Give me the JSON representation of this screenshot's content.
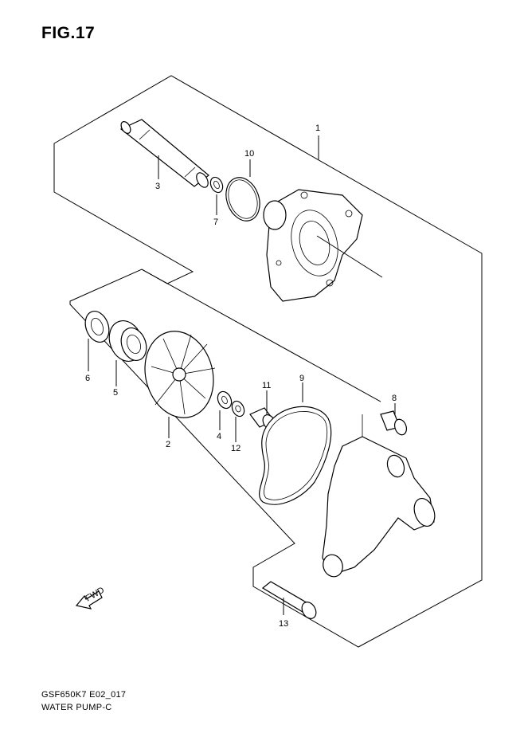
{
  "figure": {
    "title": "FIG.17",
    "code": "GSF650K7 E02_017",
    "name": "WATER PUMP-C"
  },
  "callouts": [
    {
      "id": "p1",
      "label": "1"
    },
    {
      "id": "p2",
      "label": "2"
    },
    {
      "id": "p3",
      "label": "3"
    },
    {
      "id": "p4",
      "label": "4"
    },
    {
      "id": "p5",
      "label": "5"
    },
    {
      "id": "p6",
      "label": "6"
    },
    {
      "id": "p7",
      "label": "7"
    },
    {
      "id": "p8",
      "label": "8"
    },
    {
      "id": "p9",
      "label": "9"
    },
    {
      "id": "p10",
      "label": "10"
    },
    {
      "id": "p11",
      "label": "11"
    },
    {
      "id": "p12",
      "label": "12"
    },
    {
      "id": "p13",
      "label": "13"
    }
  ],
  "fwd_arrow": {
    "label": "FWD"
  }
}
